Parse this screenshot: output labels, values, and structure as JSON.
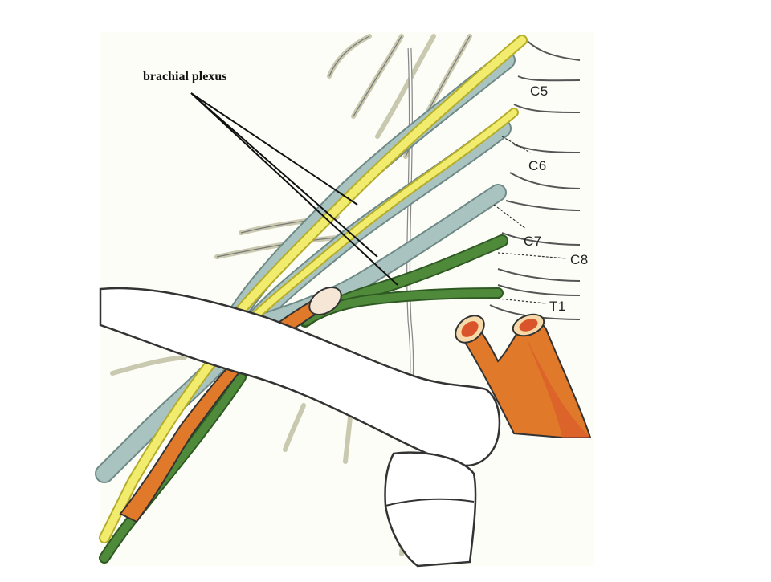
{
  "diagram": {
    "title": "brachial plexus",
    "nerve_root_labels": [
      "C5",
      "C6",
      "C7",
      "C8",
      "T1"
    ],
    "colors": {
      "background": "#ffffff",
      "panel": "#fdfdf8",
      "nerve_yellow": "#f2ec6e",
      "nerve_bluegray": "#a9c4c0",
      "nerve_green": "#4f8a3a",
      "artery_orange": "#e07a2a",
      "artery_red": "#d9542a",
      "bone_outline": "#333333"
    }
  }
}
